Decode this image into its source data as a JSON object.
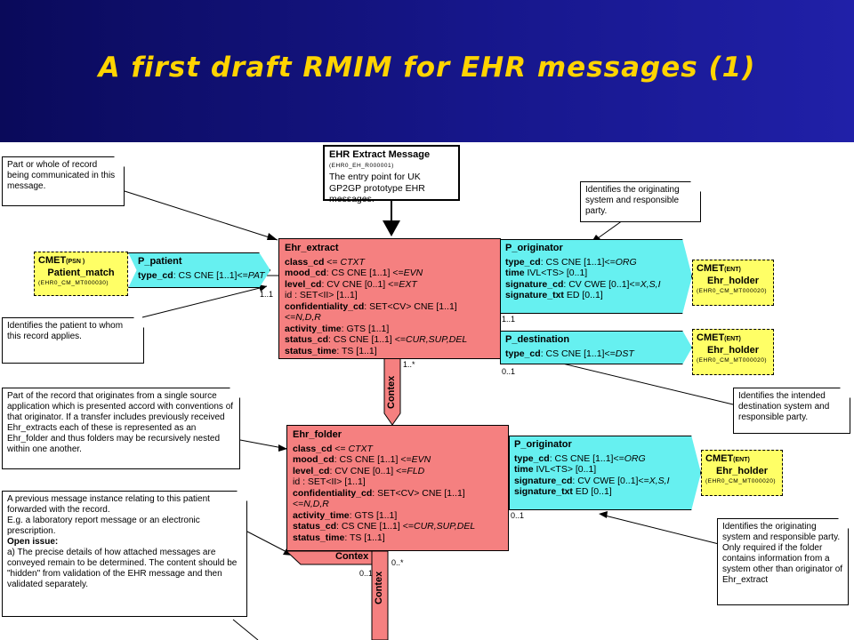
{
  "title": "A first draft RMIM for EHR messages (1)",
  "entry_point": {
    "heading": "EHR Extract  Message",
    "code": "(EHR0_EH_R000001)",
    "text": "The entry point for UK GP2GP prototype EHR messages."
  },
  "notes": {
    "record_part": "Part or whole of record being communicated in this message.",
    "patient": "Identifies the patient to whom this record applies.",
    "originator_top": "Identifies the originating system and responsible party.",
    "destination": "Identifies the intended destination system and responsible party.",
    "folder_desc": "Part of the record that originates from a single source application which is presented accord with conventions of that originator. If a transfer includes previously received Ehr_extracts each of these is represented as an Ehr_folder and thus folders may be recursively nested within one another.",
    "prev_msg_line1": "A previous message instance relating to this patient forwarded with the record.",
    "prev_msg_line2": "E.g. a laboratory report message or an electronic prescription.",
    "prev_msg_issue": "Open issue:",
    "prev_msg_line3": "a) The precise details of how attached messages are conveyed remain to be determined. The content should be \"hidden\" from validation of the EHR message and then validated separately.",
    "originator_bottom": "Identifies the originating system and responsible party. Only required if the folder contains information from a system other than originator of Ehr_extract"
  },
  "cmets": {
    "patient_match": {
      "tag": "CMET",
      "kind": "(PSN )",
      "name": "Patient_match",
      "code": "(EHR0_CM_MT000030)"
    },
    "holder1": {
      "tag": "CMET",
      "kind": "(ENT)",
      "name": "Ehr_holder",
      "code": "(EHR0_CM_MT000020)"
    },
    "holder2": {
      "tag": "CMET",
      "kind": "(ENT)",
      "name": "Ehr_holder",
      "code": "(EHR0_CM_MT000020)"
    },
    "holder3": {
      "tag": "CMET",
      "kind": "(ENT)",
      "name": "Ehr_holder",
      "code": "(EHR0_CM_MT000020)"
    }
  },
  "p_patient": {
    "name": "P_patient",
    "attr": "type_cd",
    "val": ": CS CNE [1..1]<=",
    "ital": "PAT"
  },
  "ehr_extract": {
    "name": "Ehr_extract",
    "rows": [
      {
        "b": "class_cd",
        "t": " <= ",
        "i": "CTXT"
      },
      {
        "b": "mood_cd",
        "t": ": CS CNE [1..1] <=",
        "i": "EVN"
      },
      {
        "b": "level_cd",
        "t": ": CV CNE [0..1] <=",
        "i": "EXT"
      },
      {
        "b": "",
        "t": "id : SET<II>  [1..1]",
        "i": ""
      },
      {
        "b": "confidentiality_cd",
        "t": ": SET<CV> CNE [1..1] <=",
        "i": "N,D,R"
      },
      {
        "b": "activity_time",
        "t": ": GTS  [1..1]",
        "i": ""
      },
      {
        "b": "status_cd",
        "t": ": CS CNE [1..1] <=",
        "i": "CUR,SUP,DEL"
      },
      {
        "b": "status_time",
        "t": ": TS  [1..1]",
        "i": ""
      }
    ]
  },
  "p_originator_top": {
    "name": "P_originator",
    "rows": [
      {
        "b": "type_cd",
        "t": ": CS CNE [1..1]<=",
        "i": "ORG"
      },
      {
        "b": "time",
        "t": " IVL<TS>  [0..1]",
        "i": ""
      },
      {
        "b": "signature_cd",
        "t": ": CV CWE [0..1]<=",
        "i": "X,S,I"
      },
      {
        "b": "signature_txt",
        "t": " ED  [0..1]",
        "i": ""
      }
    ]
  },
  "p_destination": {
    "name": "P_destination",
    "attr": "type_cd",
    "val": ": CS CNE [1..1]<=",
    "ital": "DST"
  },
  "ehr_folder": {
    "name": "Ehr_folder",
    "rows": [
      {
        "b": "class_cd",
        "t": " <= ",
        "i": "CTXT"
      },
      {
        "b": "mood_cd",
        "t": ": CS CNE [1..1] <=",
        "i": "EVN"
      },
      {
        "b": "level_cd",
        "t": ": CV CNE [0..1] <=",
        "i": "FLD"
      },
      {
        "b": "",
        "t": "id : SET<II>  [1..1]",
        "i": ""
      },
      {
        "b": "confidentiality_cd",
        "t": ": SET<CV> CNE [1..1] <=",
        "i": "N,D,R"
      },
      {
        "b": "activity_time",
        "t": ": GTS  [1..1]",
        "i": ""
      },
      {
        "b": "status_cd",
        "t": ": CS CNE [1..1] <=",
        "i": "CUR,SUP,DEL"
      },
      {
        "b": "status_time",
        "t": ": TS  [1..1]",
        "i": ""
      }
    ]
  },
  "p_originator_bottom": {
    "name": "P_originator",
    "rows": [
      {
        "b": "type_cd",
        "t": ": CS CNE [1..1]<=",
        "i": "ORG"
      },
      {
        "b": "time",
        "t": " IVL<TS>  [0..1]",
        "i": ""
      },
      {
        "b": "signature_cd",
        "t": ": CV CWE [0..1]<=",
        "i": "X,S,I"
      },
      {
        "b": "signature_txt",
        "t": " ED  [0..1]",
        "i": ""
      }
    ]
  },
  "labels": {
    "context_vertical_1": "Contex",
    "context_horizontal": "Contex",
    "context_vertical_2": "Contex"
  },
  "multiplicities": {
    "patient": "1..1",
    "orig_top": "1..1",
    "dest": "0..1",
    "extract_ctx": "1..*",
    "orig_bottom": "0..1",
    "folder_ctx_a": "0..1",
    "folder_ctx_b": "0..*"
  }
}
